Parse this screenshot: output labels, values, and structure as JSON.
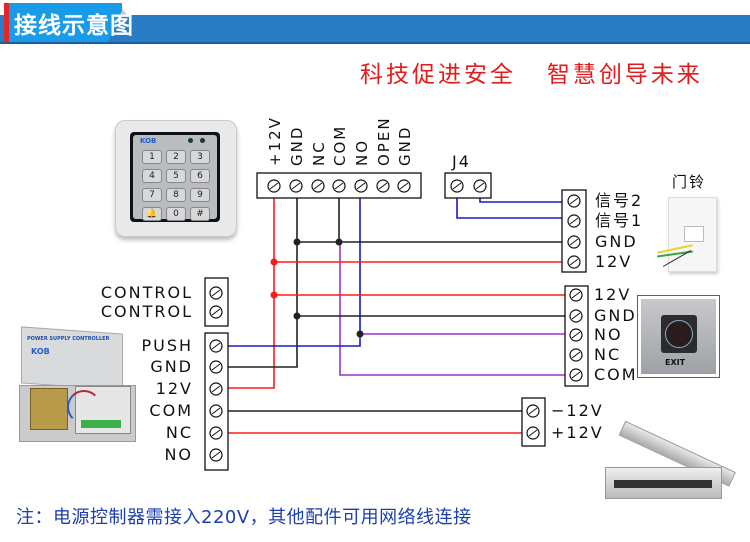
{
  "header": {
    "title": "接线示意图",
    "slogan": "科技促进安全   智慧创导未来"
  },
  "top_terminal": {
    "labels": [
      "+12V",
      "GND",
      "NC",
      "COM",
      "NO",
      "OPEN",
      "GND"
    ]
  },
  "j4": {
    "label": "J4"
  },
  "doorbell_terminal": {
    "labels": [
      "信号2",
      "信号1",
      "GND",
      "12V"
    ],
    "device_label": "门铃"
  },
  "exit_terminal": {
    "labels": [
      "12V",
      "GND",
      "NO",
      "NC",
      "COM"
    ],
    "device_text": "EXIT"
  },
  "control_terminal": {
    "labels": [
      "CONTROL",
      "CONTROL"
    ]
  },
  "power_terminal": {
    "labels": [
      "PUSH",
      "GND",
      "12V",
      "COM",
      "NC",
      "NO"
    ],
    "device_text": "POWER SUPPLY CONTROLLER",
    "brand": "KOB"
  },
  "lock_terminal": {
    "labels": [
      "−12V",
      "+12V"
    ]
  },
  "keypad": {
    "brand": "KOB",
    "keys": [
      "1",
      "2",
      "3",
      "4",
      "5",
      "6",
      "7",
      "8",
      "9",
      "🔔",
      "0",
      "#"
    ]
  },
  "note": "注：电源控制器需接入220V，其他配件可用网络线连接",
  "colors": {
    "red_wire": "#ff1a1a",
    "black_wire": "#222222",
    "blue_wire": "#1a1acc",
    "purple_wire": "#9933cc",
    "header_blue": "#2a7dc4",
    "slogan_red": "#e41b1b",
    "note_blue": "#1d3fae"
  }
}
